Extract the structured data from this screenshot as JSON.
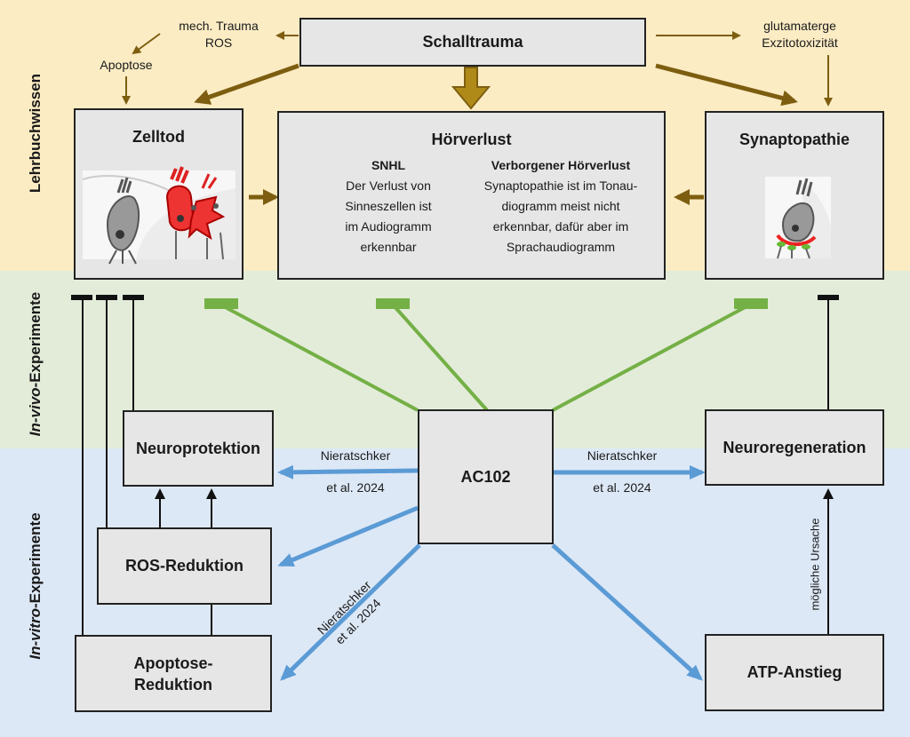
{
  "colors": {
    "band_top": "#fcecc4",
    "band_mid": "#e3ecd9",
    "band_bot": "#dde8f6",
    "brown_arrow": "#7d5e10",
    "green_link": "#74b046",
    "blue_arrow": "#5b9bd5",
    "box_fill": "#e6e6e6"
  },
  "bands": {
    "top": "Lehrbuchwissen",
    "mid_italic": "In-vivo",
    "mid_rest": "-Experimente",
    "bot_italic": "In-vitro",
    "bot_rest": "-Experimente"
  },
  "top": {
    "schalltrauma": "Schalltrauma",
    "mech_trauma_line1": "mech. Trauma",
    "mech_trauma_line2": "ROS",
    "apoptose": "Apoptose",
    "glut_line1": "glutamaterge",
    "glut_line2": "Exzitotoxizität"
  },
  "zelltod": {
    "title": "Zelltod"
  },
  "hoerverlust": {
    "title": "Hörverlust",
    "snhl_title": "SNHL",
    "snhl_lines": [
      "Der Verlust von",
      "Sinneszellen ist",
      "im Audiogramm",
      "erkennbar"
    ],
    "hidden_title": "Verborgener Hörverlust",
    "hidden_lines": [
      "Synaptopathie ist im Tonau-",
      "diogramm meist nicht",
      "erkennbar, dafür aber im",
      "Sprachaudiogramm"
    ]
  },
  "synaptopathie": {
    "title": "Synaptopathie"
  },
  "center": {
    "ac102": "AC102"
  },
  "neuroprotektion": "Neuroprotektion",
  "neuroregeneration": "Neuroregeneration",
  "ros_reduktion": "ROS-Reduktion",
  "apoptose_reduktion_line1": "Apoptose-",
  "apoptose_reduktion_line2": "Reduktion",
  "atp_anstieg": "ATP-Anstieg",
  "citations": {
    "left_line1": "Nieratschker",
    "left_line2": "et al. 2024",
    "right_line1": "Nieratschker",
    "right_line2": "et al. 2024",
    "diag_line1": "Nieratschker",
    "diag_line2": "et al. 2024"
  },
  "moegliche_ursache": "mögliche Ursache"
}
